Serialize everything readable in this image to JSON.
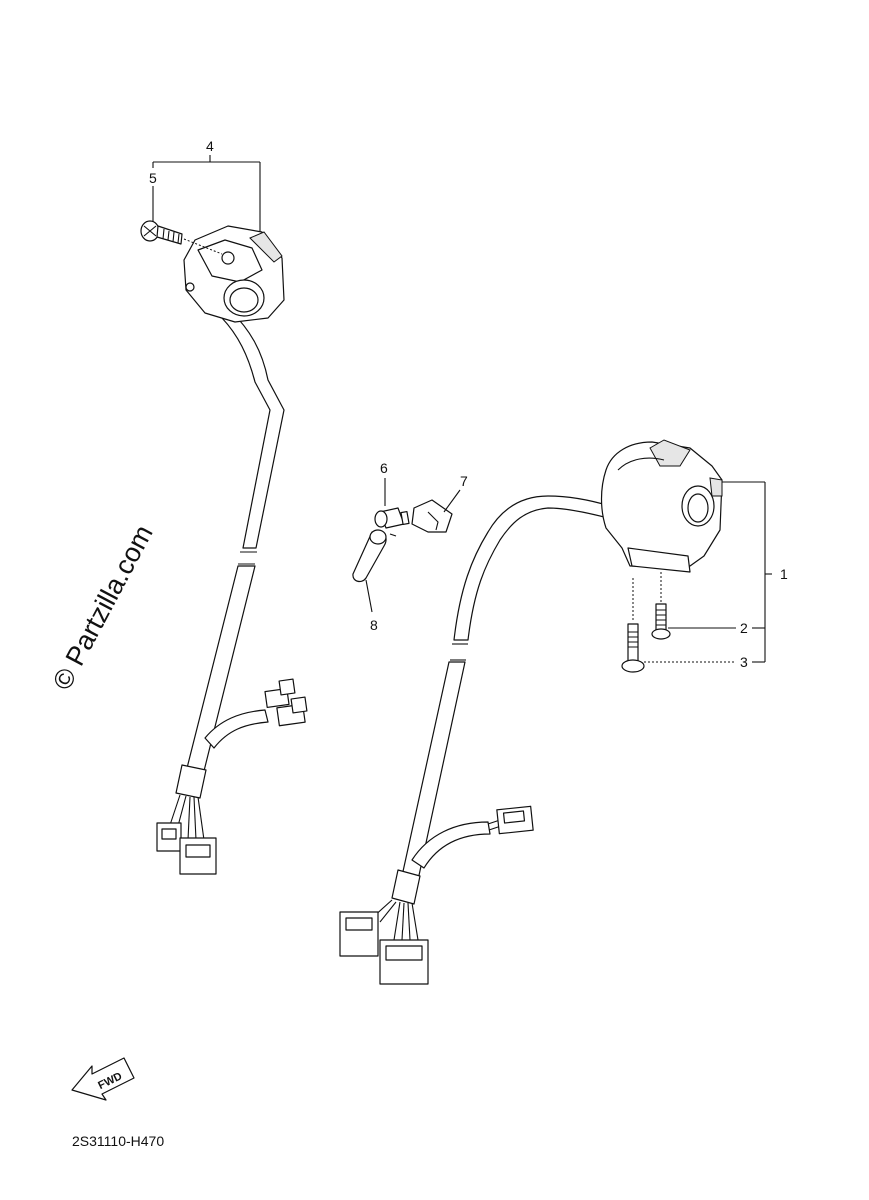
{
  "diagram": {
    "callouts": [
      {
        "id": "1",
        "label": "1"
      },
      {
        "id": "2",
        "label": "2"
      },
      {
        "id": "3",
        "label": "3"
      },
      {
        "id": "4",
        "label": "4"
      },
      {
        "id": "5",
        "label": "5"
      },
      {
        "id": "6",
        "label": "6"
      },
      {
        "id": "7",
        "label": "7"
      },
      {
        "id": "8",
        "label": "8"
      }
    ],
    "fwd_label": "FWD",
    "diagram_code": "2S31110-H470",
    "watermark": "© Partzilla.com"
  }
}
